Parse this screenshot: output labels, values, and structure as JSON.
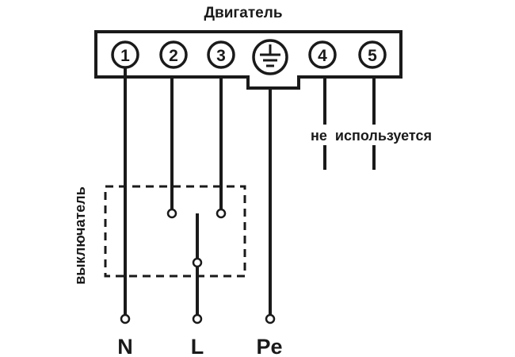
{
  "motor": {
    "title": "Двигатель"
  },
  "terminals": [
    {
      "label": "1"
    },
    {
      "label": "2"
    },
    {
      "label": "3"
    },
    {
      "label": "",
      "icon": "ground-icon"
    },
    {
      "label": "4"
    },
    {
      "label": "5"
    }
  ],
  "unused_note": "не  используется",
  "switch_label": "выключатель",
  "outputs": {
    "n": "N",
    "l": "L",
    "pe": "Pe"
  },
  "colors": {
    "ink": "#1a1a1a",
    "background": "#ffffff"
  }
}
